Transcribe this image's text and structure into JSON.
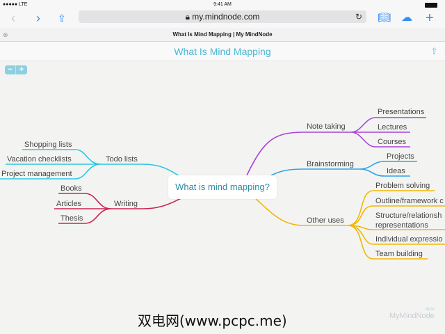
{
  "status": {
    "carrier": "●●●●● LTE",
    "time": "9:41 AM"
  },
  "browser": {
    "url": "my.mindnode.com",
    "tab_title": "What Is Mind Mapping | My MindNode"
  },
  "header": {
    "title": "What Is Mind Mapping"
  },
  "zoom": {
    "minus": "−",
    "plus": "+"
  },
  "map": {
    "center": "What is mind mapping?",
    "note_taking": {
      "label": "Note taking",
      "color": "#a942d8",
      "children": [
        "Presentations",
        "Lectures",
        "Courses"
      ]
    },
    "brainstorming": {
      "label": "Brainstorming",
      "color": "#2ea3e6",
      "children": [
        "Projects",
        "Ideas"
      ]
    },
    "other_uses": {
      "label": "Other uses",
      "color": "#f2b705",
      "children": [
        "Problem solving",
        "Outline/framework c",
        "Structure/relationsh",
        "representations",
        "Individual expressio",
        "Team building"
      ]
    },
    "todo": {
      "label": "Todo lists",
      "color": "#2cc6e0",
      "children": [
        "Shopping lists",
        "Vacation checklists",
        "Project management"
      ]
    },
    "writing": {
      "label": "Writing",
      "color": "#cc2350",
      "children": [
        "Books",
        "Articles",
        "Thesis"
      ]
    }
  },
  "watermark": "双电网(www.pcpc.me)",
  "logo": {
    "name": "MyMindNode",
    "badge": "BETA"
  }
}
